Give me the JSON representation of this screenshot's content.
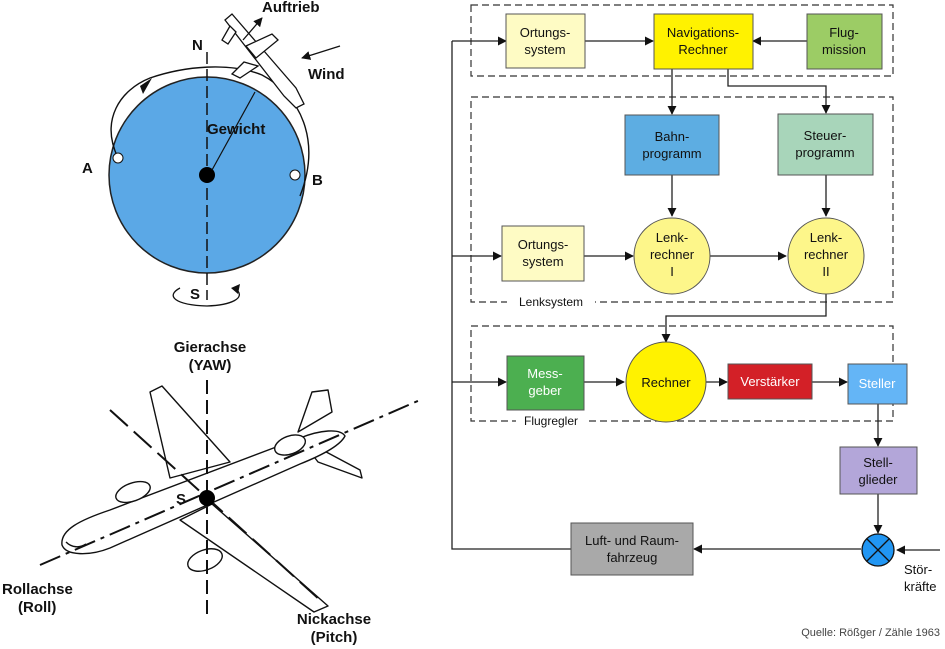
{
  "left": {
    "earth": {
      "north": "N",
      "south": "S",
      "point_a": "A",
      "point_b": "B",
      "lift": "Auftrieb",
      "wind": "Wind",
      "weight": "Gewicht"
    },
    "aircraft": {
      "yaw_line1": "Gierachse",
      "yaw_line2": "(YAW)",
      "center": "S",
      "roll_line1": "Rollachse",
      "roll_line2": "(Roll)",
      "pitch_line1": "Nickachse",
      "pitch_line2": "(Pitch)"
    }
  },
  "diagram": {
    "groups": {
      "lenksystem": "Lenksystem",
      "flugregler": "Flugregler"
    },
    "nodes": {
      "ortung1": {
        "lines": [
          "Ortungs-",
          "system"
        ],
        "fill": "#fefbc4"
      },
      "navrechner": {
        "lines": [
          "Navigations-",
          "Rechner"
        ],
        "fill": "#fff200"
      },
      "flugmission": {
        "lines": [
          "Flug-",
          "mission"
        ],
        "fill": "#9ccc65"
      },
      "bahnprogramm": {
        "lines": [
          "Bahn-",
          "programm"
        ],
        "fill": "#5dade2"
      },
      "steuerprogramm": {
        "lines": [
          "Steuer-",
          "programm"
        ],
        "fill": "#a8d5ba"
      },
      "ortung2": {
        "lines": [
          "Ortungs-",
          "system"
        ],
        "fill": "#fefbc4"
      },
      "lenkrechner1": {
        "lines": [
          "Lenk-",
          "rechner",
          "I"
        ],
        "fill": "#fdf68a"
      },
      "lenkrechner2": {
        "lines": [
          "Lenk-",
          "rechner",
          "II"
        ],
        "fill": "#fdf68a"
      },
      "messgeber": {
        "lines": [
          "Mess-",
          "geber"
        ],
        "fill": "#4caf50"
      },
      "rechner": {
        "lines": [
          "Rechner"
        ],
        "fill": "#fff200"
      },
      "verstaerker": {
        "lines": [
          "Verstärker"
        ],
        "fill": "#d32027"
      },
      "steller": {
        "lines": [
          "Steller"
        ],
        "fill": "#64b5f6"
      },
      "stellglieder": {
        "lines": [
          "Stell-",
          "glieder"
        ],
        "fill": "#b3a6d9"
      },
      "fahrzeug": {
        "lines": [
          "Luft- und Raum-",
          "fahrzeug"
        ],
        "fill": "#a9a9a9"
      }
    },
    "stoerkraefte": [
      "Stör-",
      "kräfte"
    ],
    "summing_fill": "#2196f3"
  },
  "source": "Quelle: Rößger / Zähle 1963"
}
